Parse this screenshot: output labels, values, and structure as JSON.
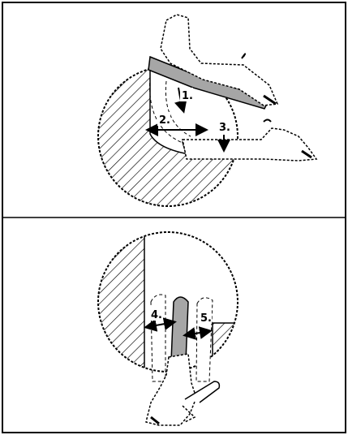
{
  "colors": {
    "border": "#000000",
    "bar_fill": "#a6a6a6",
    "hatch": "#000000",
    "outline": "#ffffff"
  },
  "icons": [
    "chainsaw-icon"
  ],
  "panels": [
    {
      "name": "top-panel",
      "steps": [
        {
          "label": "1.",
          "direction": "down-curve"
        },
        {
          "label": "2.",
          "direction": "left-right"
        },
        {
          "label": "3.",
          "direction": "down"
        }
      ]
    },
    {
      "name": "bottom-panel",
      "steps": [
        {
          "label": "4.",
          "direction": "left-right"
        },
        {
          "label": "5.",
          "direction": "left-right"
        }
      ]
    }
  ]
}
